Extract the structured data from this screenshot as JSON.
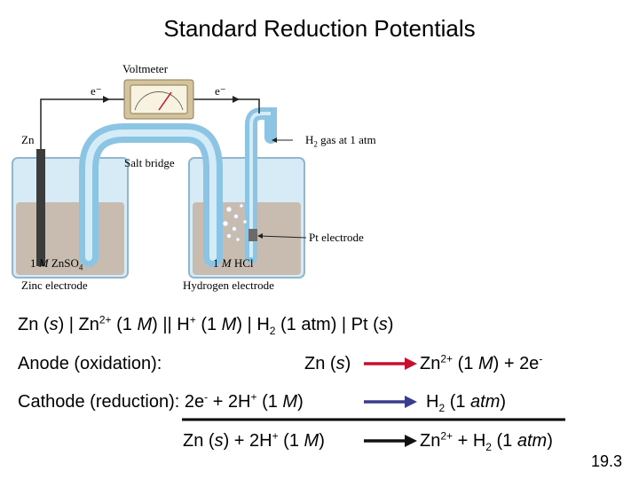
{
  "title": "Standard Reduction Potentials",
  "diagram": {
    "voltmeter": "Voltmeter",
    "electron_left": "e⁻",
    "electron_right": "e⁻",
    "zn_label": "Zn",
    "h2_gas_pre": "H",
    "h2_gas_sub": "2",
    "h2_gas_post": " gas at 1 atm",
    "salt_bridge": "Salt bridge",
    "pt_electrode": "Pt electrode",
    "left_solution_conc": "1 ",
    "left_solution_m": "M",
    "left_solution_pre": " ZnSO",
    "left_solution_sub": "4",
    "right_solution_conc": "1 ",
    "right_solution_m": "M",
    "right_solution_post": " HCl",
    "zinc_electrode": "Zinc electrode",
    "hydrogen_electrode": "Hydrogen electrode",
    "colors": {
      "solution": "#c8bcb0",
      "glass": "#bcdcee",
      "tube": "#8cc4e4",
      "arrow_red": "#c8102e",
      "arrow_blue": "#3a3c8c"
    }
  },
  "cell_notation": {
    "a": "Zn (",
    "b": "s",
    "c": ") | Zn",
    "d": "2+",
    "e": " (1 ",
    "f": "M",
    "g": ") || H",
    "h": "+",
    "i": " (1 ",
    "j": "M",
    "k": ") | H",
    "l": "2",
    "m": " (1 atm) | Pt (",
    "n": "s",
    "o": ")"
  },
  "anode": {
    "label": "Anode (oxidation):",
    "left_a": "Zn (",
    "left_b": "s",
    "left_c": ")",
    "right_a": "Zn",
    "right_sup": "2+",
    "right_b": " (1 ",
    "right_m": "M",
    "right_c": ") + 2e",
    "right_e_sup": "-"
  },
  "cathode": {
    "label_a": "Cathode (reduction): 2e",
    "label_e_sup": "-",
    "label_b": " + 2H",
    "label_h_sup": "+",
    "label_c": " (1 ",
    "label_m": "M",
    "label_d": ")",
    "right_a": "H",
    "right_sub": "2",
    "right_b": " (1 ",
    "right_atm": "atm",
    "right_c": ")"
  },
  "overall": {
    "left_a": "Zn (",
    "left_s": "s",
    "left_b": ") + 2H",
    "left_sup": "+",
    "left_c": " (1 ",
    "left_m": "M",
    "left_d": ")",
    "right_a": "Zn",
    "right_sup": "2+",
    "right_b": " + H",
    "right_sub": "2",
    "right_c": " (1 ",
    "right_atm": "atm",
    "right_d": ")"
  },
  "slide_number": "19.3"
}
